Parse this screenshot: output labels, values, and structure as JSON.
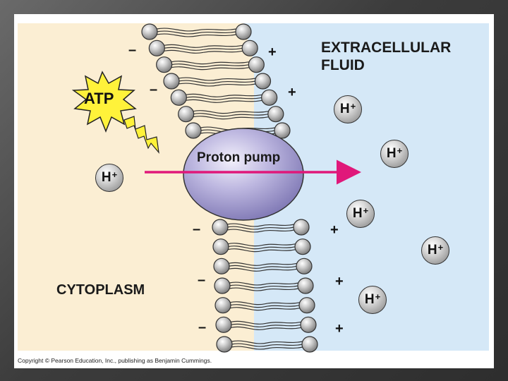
{
  "labels": {
    "extracellular": "EXTRACELLULAR FLUID",
    "cytoplasm": "CYTOPLASM",
    "proton_pump": "Proton pump",
    "atp": "ATP",
    "copyright": "Copyright © Pearson Education, Inc., publishing as Benjamin Cummings."
  },
  "ions": [
    {
      "symbol": "H",
      "charge": "+",
      "side": "cytoplasm"
    },
    {
      "symbol": "H",
      "charge": "+",
      "side": "extracellular"
    },
    {
      "symbol": "H",
      "charge": "+",
      "side": "extracellular"
    },
    {
      "symbol": "H",
      "charge": "+",
      "side": "extracellular"
    },
    {
      "symbol": "H",
      "charge": "+",
      "side": "extracellular"
    },
    {
      "symbol": "H",
      "charge": "+",
      "side": "extracellular"
    }
  ],
  "charges": {
    "negative": "–",
    "positive": "+"
  },
  "colors": {
    "cytoplasm_bg": "#fbeed3",
    "extracellular_bg": "#d5e8f7",
    "pump_fill": "#b9b4dd",
    "arrow": "#e0187a",
    "atp_burst": "#fff23a"
  }
}
